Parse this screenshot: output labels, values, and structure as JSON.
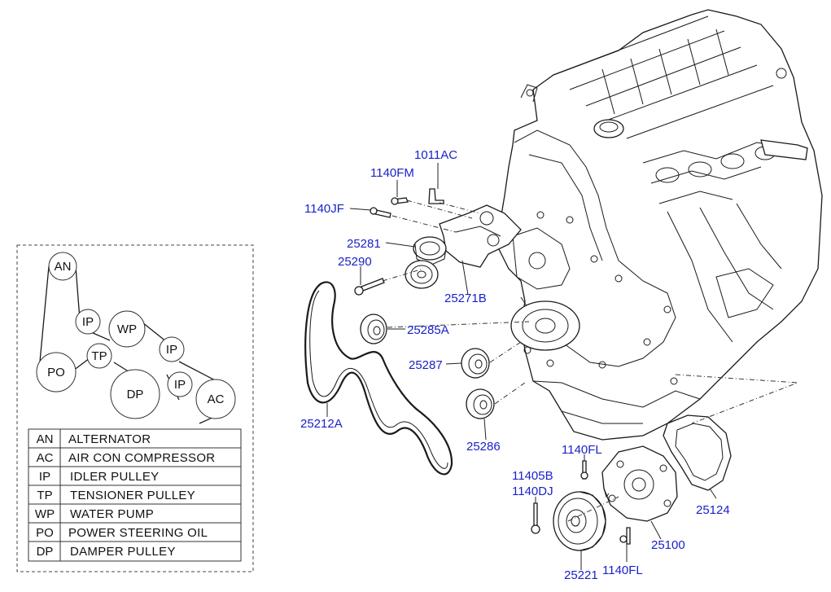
{
  "callouts": {
    "c_1011AC": "1011AC",
    "c_1140FM": "1140FM",
    "c_1140JF": "1140JF",
    "c_25281": "25281",
    "c_25290": "25290",
    "c_25271B": "25271B",
    "c_25285A": "25285A",
    "c_25287": "25287",
    "c_25212A": "25212A",
    "c_25286": "25286",
    "c_1140FL_top": "1140FL",
    "c_11405B": "11405B",
    "c_1140DJ": "1140DJ",
    "c_25124": "25124",
    "c_25100": "25100",
    "c_25221": "25221",
    "c_1140FL_bottom": "1140FL"
  },
  "belt_diagram": {
    "pulleys": {
      "an": "AN",
      "ip1": "IP",
      "wp": "WP",
      "ip2": "IP",
      "tp": "TP",
      "po": "PO",
      "dp": "DP",
      "ip3": "IP",
      "ac": "AC"
    }
  },
  "legend": [
    {
      "abbr": "AN",
      "name": "ALTERNATOR"
    },
    {
      "abbr": "AC",
      "name": "AIR CON COMPRESSOR"
    },
    {
      "abbr": "IP",
      "name": "IDLER PULLEY"
    },
    {
      "abbr": "TP",
      "name": "TENSIONER PULLEY"
    },
    {
      "abbr": "WP",
      "name": "WATER PUMP"
    },
    {
      "abbr": "PO",
      "name": "POWER STEERING OIL"
    },
    {
      "abbr": "DP",
      "name": "DAMPER PULLEY"
    }
  ]
}
